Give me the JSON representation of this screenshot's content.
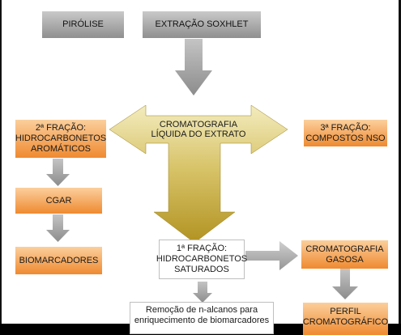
{
  "nodes": {
    "pirolise": "PIRÓLISE",
    "extracao": "EXTRAÇÃO SOXHLET",
    "cromatografia_liquida": [
      "CROMATOGRAFIA",
      "LÍQUIDA DO EXTRATO"
    ],
    "fracao2": [
      "2ª FRAÇÃO:",
      "HIDROCARBONETOS",
      "AROMÁTICOS"
    ],
    "fracao3": [
      "3ª FRAÇÃO:",
      "COMPOSTOS NSO"
    ],
    "cgar": "CGAR",
    "biomarcadores": "BIOMARCADORES",
    "fracao1": [
      "1ª FRAÇÃO:",
      "HIDROCARBONETOS",
      "SATURADOS"
    ],
    "cromatografia_gasosa": [
      "CROMATOGRAFIA",
      "GASOSA"
    ],
    "remocao": [
      "Remoção de n-alcanos para",
      "enriquecimento de biomarcadores"
    ],
    "perfil": [
      "PERFIL",
      "CROMATOGRÁFICO"
    ]
  },
  "colors": {
    "gray_box_top": "#c9c9c9",
    "gray_box_bottom": "#8f8f8f",
    "orange_box_top": "#fbcf9c",
    "orange_box_bottom": "#ef8a30",
    "gold_arrow_top": "#f3ecbf",
    "gold_arrow_bottom": "#b99a26",
    "gray_arrow": "#a3a3a3"
  }
}
